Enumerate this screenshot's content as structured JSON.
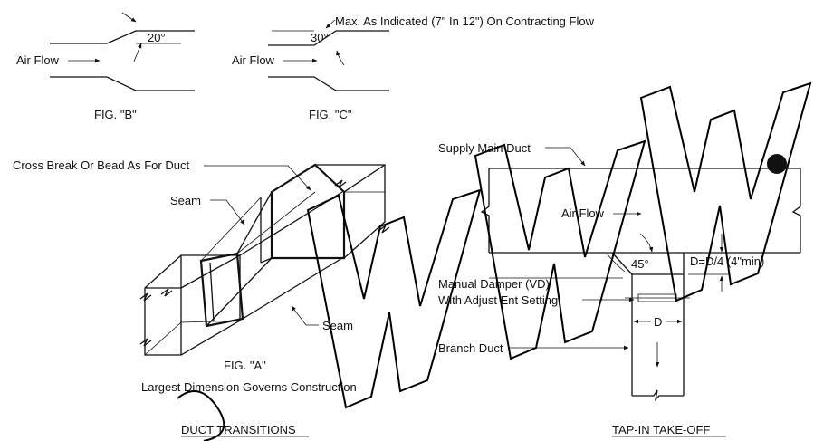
{
  "fig_b": {
    "angle": "20°",
    "air_flow": "Air Flow",
    "caption": "FIG. \"B\""
  },
  "fig_c": {
    "angle": "30°",
    "note": "Max. As Indicated (7\" In 12\") On Contracting Flow",
    "air_flow": "Air Flow",
    "caption": "FIG. \"C\""
  },
  "fig_a": {
    "cross_break": "Cross Break Or Bead As For Duct",
    "seam_top": "Seam",
    "seam_bottom": "Seam",
    "caption": "FIG. \"A\"",
    "subcaption": "Largest Dimension Governs Construction"
  },
  "takeoff": {
    "supply_main": "Supply Main Duct",
    "air_flow": "Air Flow",
    "angle": "45°",
    "dimension": "D=D/4 (4\"min)",
    "damper_line1": "Manual Damper (VD)",
    "damper_line2": "With Adjust Ent Setting",
    "d_label": "D",
    "branch": "Branch Duct"
  },
  "titles": {
    "left": "DUCT TRANSITIONS",
    "right": "TAP-IN TAKE-OFF"
  },
  "watermark": "www.j"
}
